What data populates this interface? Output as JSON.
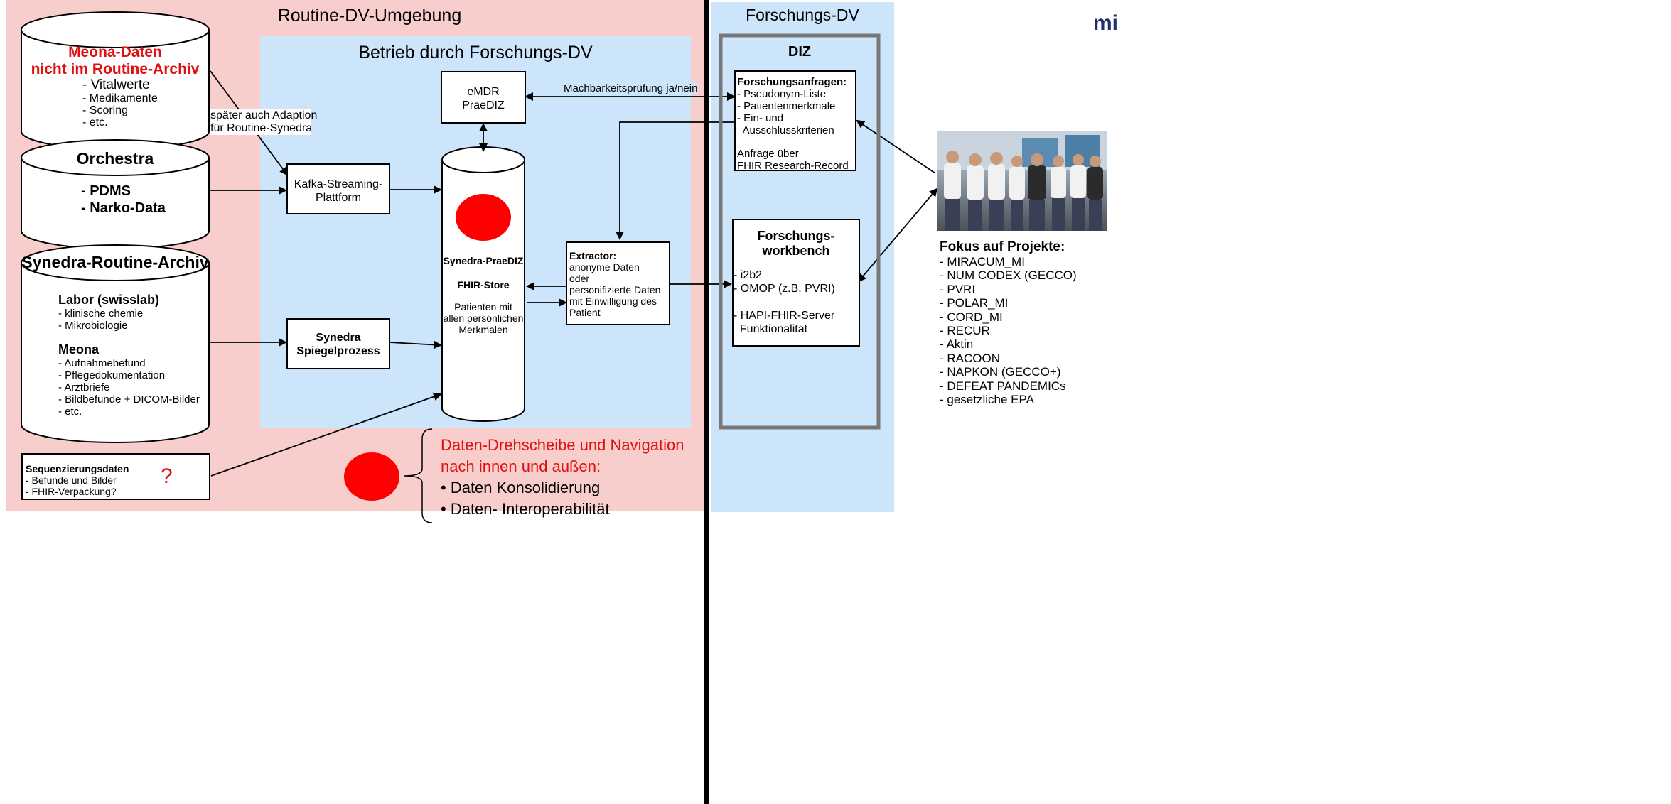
{
  "routine_region": {
    "title": "Routine-DV-Umgebung"
  },
  "research_region": {
    "title": "Forschungs-DV"
  },
  "betrieb_region": {
    "title": "Betrieb durch Forschungs-DV"
  },
  "top_right_fragment": "mi",
  "meona_cylinder": {
    "title_line1": "Meona-Daten",
    "title_line2": "nicht im Routine-Archiv",
    "items": [
      "- Vitalwerte",
      "- Medikamente",
      "- Scoring",
      "- etc."
    ]
  },
  "adaption_note": {
    "line1": "später auch Adaption",
    "line2": "für Routine-Synedra"
  },
  "orchestra_cylinder": {
    "title": "Orchestra",
    "items": [
      "- PDMS",
      "- Narko-Data"
    ]
  },
  "archiv_cylinder": {
    "title": "Synedra-Routine-Archiv",
    "labor_title": "Labor (swisslab)",
    "labor_items": [
      "-  klinische chemie",
      "-  Mikrobiologie"
    ],
    "meona_title": "Meona",
    "meona_items": [
      "- Aufnahmebefund",
      "- Pflegedokumentation",
      "- Arztbriefe",
      "- Bildbefunde + DICOM-Bilder",
      "- etc."
    ]
  },
  "sequenz_box": {
    "title": "Sequenzierungsdaten",
    "items": [
      "- Befunde und Bilder",
      "- FHIR-Verpackung?"
    ],
    "mark": "?"
  },
  "kafka_box": {
    "line1": "Kafka-Streaming-",
    "line2": "Plattform"
  },
  "spiegel_box": {
    "line1": "Synedra",
    "line2": "Spiegelprozess"
  },
  "emdr_box": {
    "line1": "eMDR",
    "line2": "PraeDIZ"
  },
  "praediz_cylinder": {
    "title": "Synedra-PraeDIZ",
    "subtitle": "FHIR-Store",
    "desc": [
      "Patienten mit",
      "allen persönlichen",
      "Merkmalen"
    ]
  },
  "extractor_box": {
    "title": "Extractor:",
    "lines": [
      "anonyme Daten",
      "oder",
      "personifizierte Daten",
      "mit Einwilligung des",
      "Patient"
    ]
  },
  "machbarkeit_label": "Machbarkeitsprüfung ja/nein",
  "diz_box": {
    "title": "DIZ"
  },
  "forschungsanfragen_box": {
    "title": "Forschungsanfragen:",
    "lines": [
      "- Pseudonym-Liste",
      "- Patientenmerkmale",
      "- Ein- und",
      "  Ausschlusskriterien"
    ],
    "note_line1": "Anfrage über",
    "note_line2": "FHIR Research-Record"
  },
  "workbench_box": {
    "title_line1": "Forschungs-",
    "title_line2": "workbench",
    "lines": [
      "- i2b2",
      "- OMOP (z.B. PVRI)",
      "",
      "- HAPI-FHIR-Server",
      "  Funktionalität"
    ]
  },
  "projects": {
    "title": "Fokus auf Projekte:",
    "items": [
      "- MIRACUM_MI",
      "- NUM CODEX (GECCO)",
      "- PVRI",
      "- POLAR_MI",
      "- CORD_MI",
      "- RECUR",
      "- Aktin",
      "- RACOON",
      "- NAPKON (GECCO+)",
      "- DEFEAT PANDEMICs",
      "- gesetzliche EPA"
    ]
  },
  "callout": {
    "line1": "Daten-Drehscheibe und Navigation",
    "line2": "nach innen und außen:",
    "bullet1": "• Daten Konsolidierung",
    "bullet2": "• Daten- Interoperabilität"
  },
  "colors": {
    "routine_bg": "#f8cecc",
    "research_bg": "#cce5fb",
    "accent_red": "#ff0000",
    "callout_red": "#e01010"
  },
  "icons": {
    "photo": "team-photo",
    "dots": "red-dot-marker"
  }
}
